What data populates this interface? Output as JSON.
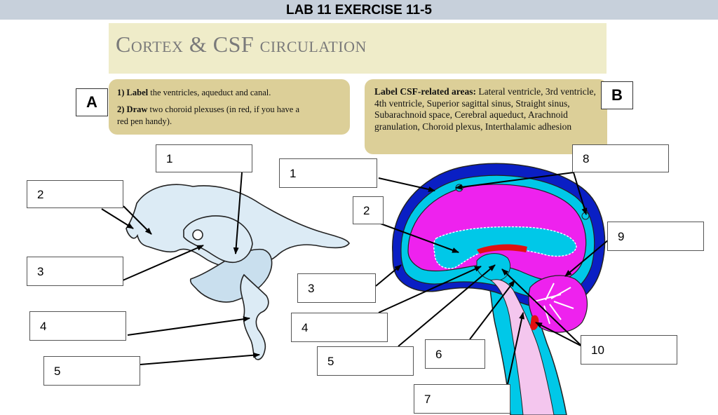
{
  "header": {
    "title": "LAB 11 EXERCISE 11-5"
  },
  "banner": {
    "title": "Cortex & CSF circulation"
  },
  "panel_a": {
    "letter": "A",
    "line1_bold": "1) Label",
    "line1_rest": " the ventricles, aqueduct and canal.",
    "line2_bold": "2) Draw",
    "line2_rest": " two choroid plexuses (in red, if you have a",
    "line3": "red pen handy)."
  },
  "panel_b": {
    "letter": "B",
    "bold": "Label CSF-related areas:",
    "rest": " Lateral ventricle, 3rd ventricle, 4th ventricle, Superior sagittal sinus, Straight sinus, Subarachnoid space, Cerebral aqueduct, Arachnoid granulation, Choroid plexus, Interthalamic adhesion"
  },
  "labels_a": [
    "1",
    "2",
    "3",
    "4",
    "5"
  ],
  "labels_b": [
    "1",
    "2",
    "3",
    "4",
    "5",
    "6",
    "7",
    "8",
    "9",
    "10"
  ],
  "colors": {
    "ventricle_fill": "#dcebf5",
    "dura": "#0a1fc4",
    "subarachnoid": "#00c8e8",
    "brain": "#ee22ee",
    "brainstem": "#f4c6ee",
    "choroid": "#e01010"
  }
}
